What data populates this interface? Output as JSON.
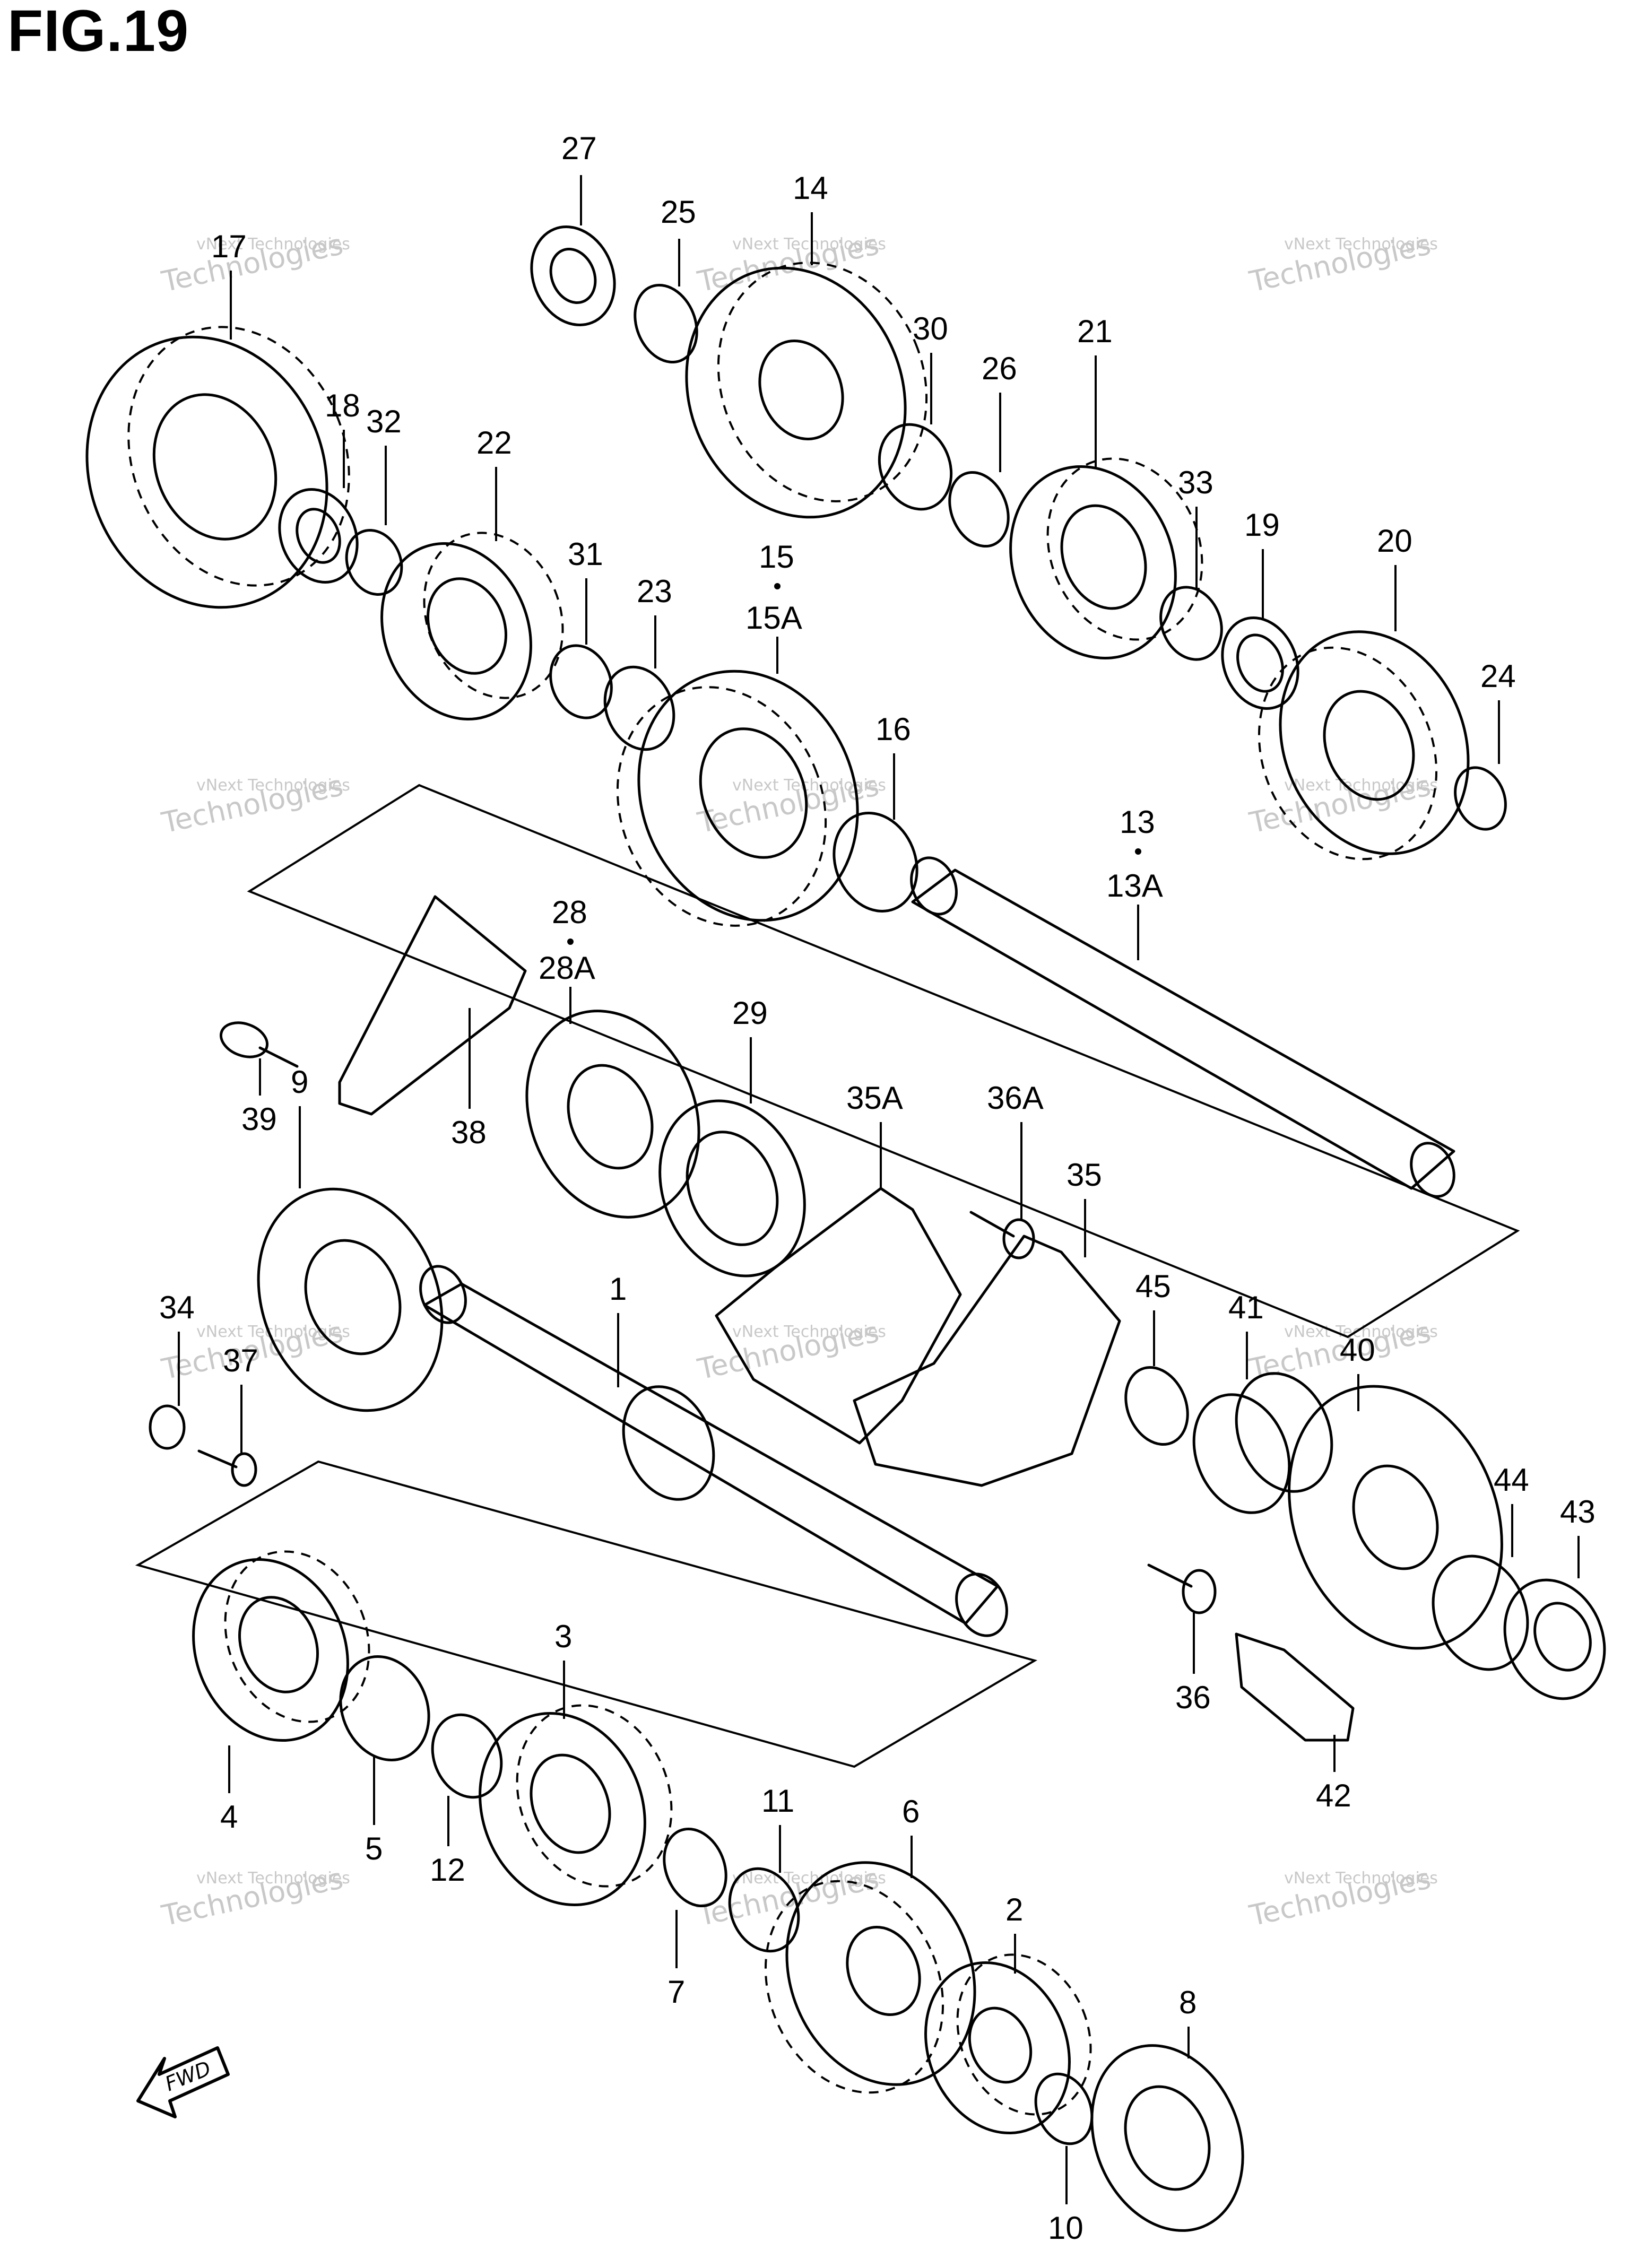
{
  "figure": {
    "title": "FIG.19"
  },
  "fwd_label": "FWD",
  "watermark": {
    "line1": "vNext Technologies",
    "line2": "Technologies"
  },
  "parts": [
    {
      "id": "p1",
      "label": "1",
      "name": "countershaft"
    },
    {
      "id": "p2",
      "label": "2",
      "name": "gear-2"
    },
    {
      "id": "p3",
      "label": "3",
      "name": "gear-3"
    },
    {
      "id": "p4",
      "label": "4",
      "name": "gear-4"
    },
    {
      "id": "p5",
      "label": "5",
      "name": "bushing-5"
    },
    {
      "id": "p6",
      "label": "6",
      "name": "gear-6"
    },
    {
      "id": "p7",
      "label": "7",
      "name": "washer-7"
    },
    {
      "id": "p8",
      "label": "8",
      "name": "bearing-8"
    },
    {
      "id": "p9",
      "label": "9",
      "name": "bearing-9"
    },
    {
      "id": "p10",
      "label": "10",
      "name": "circlip-10"
    },
    {
      "id": "p11",
      "label": "11",
      "name": "bushing-11"
    },
    {
      "id": "p12",
      "label": "12",
      "name": "circlip-12"
    },
    {
      "id": "p13",
      "label": "13",
      "name": "driveshaft"
    },
    {
      "id": "p13a",
      "label": "13A",
      "name": "driveshaft-alt"
    },
    {
      "id": "p14",
      "label": "14",
      "name": "gear-14"
    },
    {
      "id": "p15",
      "label": "15",
      "name": "gear-15"
    },
    {
      "id": "p15a",
      "label": "15A",
      "name": "gear-15-alt"
    },
    {
      "id": "p16",
      "label": "16",
      "name": "bushing-16"
    },
    {
      "id": "p17",
      "label": "17",
      "name": "gear-17"
    },
    {
      "id": "p18",
      "label": "18",
      "name": "bushing-18"
    },
    {
      "id": "p19",
      "label": "19",
      "name": "bushing-19"
    },
    {
      "id": "p20",
      "label": "20",
      "name": "gear-20"
    },
    {
      "id": "p21",
      "label": "21",
      "name": "gear-21"
    },
    {
      "id": "p22",
      "label": "22",
      "name": "gear-22"
    },
    {
      "id": "p23",
      "label": "23",
      "name": "washer-23"
    },
    {
      "id": "p24",
      "label": "24",
      "name": "washer-24"
    },
    {
      "id": "p25",
      "label": "25",
      "name": "washer-25"
    },
    {
      "id": "p26",
      "label": "26",
      "name": "washer-26"
    },
    {
      "id": "p27",
      "label": "27",
      "name": "bearing-27"
    },
    {
      "id": "p28",
      "label": "28",
      "name": "bearing-28"
    },
    {
      "id": "p28a",
      "label": "28A",
      "name": "bearing-28-alt"
    },
    {
      "id": "p29",
      "label": "29",
      "name": "oil-seal-29"
    },
    {
      "id": "p30",
      "label": "30",
      "name": "bushing-30"
    },
    {
      "id": "p31",
      "label": "31",
      "name": "circlip-31"
    },
    {
      "id": "p32",
      "label": "32",
      "name": "circlip-32"
    },
    {
      "id": "p33",
      "label": "33",
      "name": "circlip-33"
    },
    {
      "id": "p34",
      "label": "34",
      "name": "washer-34"
    },
    {
      "id": "p35",
      "label": "35",
      "name": "retainer-35"
    },
    {
      "id": "p35a",
      "label": "35A",
      "name": "retainer-35-alt"
    },
    {
      "id": "p36",
      "label": "36",
      "name": "bolt-36"
    },
    {
      "id": "p36a",
      "label": "36A",
      "name": "bolt-36-alt"
    },
    {
      "id": "p37",
      "label": "37",
      "name": "screw-37"
    },
    {
      "id": "p38",
      "label": "38",
      "name": "plate-38"
    },
    {
      "id": "p39",
      "label": "39",
      "name": "screw-39"
    },
    {
      "id": "p40",
      "label": "40",
      "name": "sprocket-40"
    },
    {
      "id": "p41",
      "label": "41",
      "name": "spacer-41"
    },
    {
      "id": "p42",
      "label": "42",
      "name": "lock-plate-42"
    },
    {
      "id": "p43",
      "label": "43",
      "name": "nut-43"
    },
    {
      "id": "p44",
      "label": "44",
      "name": "washer-44"
    },
    {
      "id": "p45",
      "label": "45",
      "name": "o-ring-45"
    }
  ]
}
